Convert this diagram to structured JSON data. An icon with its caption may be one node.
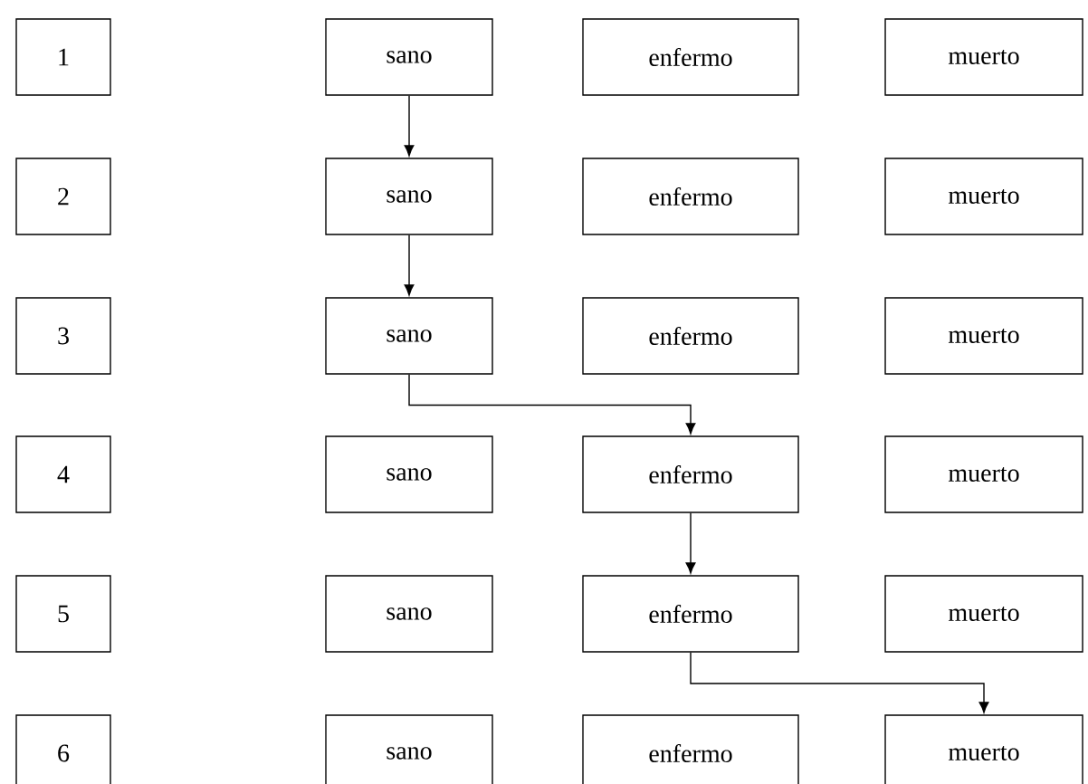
{
  "diagram": {
    "nodes": [
      {
        "text": [
          "1"
        ]
      },
      {
        "text": [
          "sano"
        ]
      },
      {
        "text": [
          "enfermo"
        ]
      },
      {
        "text": [
          "muerto"
        ]
      },
      {
        "text": [
          "2"
        ]
      },
      {
        "text": [
          "sano"
        ]
      },
      {
        "text": [
          "enfermo"
        ]
      },
      {
        "text": [
          "muerto"
        ]
      },
      {
        "text": [
          "3"
        ]
      },
      {
        "text": [
          "sano"
        ]
      },
      {
        "text": [
          "enfermo"
        ]
      },
      {
        "text": [
          "muerto"
        ]
      },
      {
        "text": [
          "4"
        ]
      },
      {
        "text": [
          "sano"
        ]
      },
      {
        "text": [
          "enfermo"
        ]
      },
      {
        "text": [
          "muerto"
        ]
      },
      {
        "text": [
          "5"
        ]
      },
      {
        "text": [
          "sano"
        ]
      },
      {
        "text": [
          "enfermo"
        ]
      },
      {
        "text": [
          "muerto"
        ]
      },
      {
        "text": [
          "6"
        ]
      },
      {
        "text": [
          "sano"
        ]
      },
      {
        "text": [
          "enfermo"
        ]
      },
      {
        "text": [
          "muerto"
        ]
      }
    ],
    "edges": [
      {
        "from": 1,
        "to": 5,
        "arrow": "to"
      },
      {
        "from": 5,
        "to": 9,
        "arrow": "to"
      },
      {
        "from": 9,
        "to": 14,
        "arrow": "to"
      },
      {
        "from": 14,
        "to": 18,
        "arrow": "to"
      },
      {
        "from": 18,
        "to": 23,
        "arrow": "to"
      }
    ]
  }
}
